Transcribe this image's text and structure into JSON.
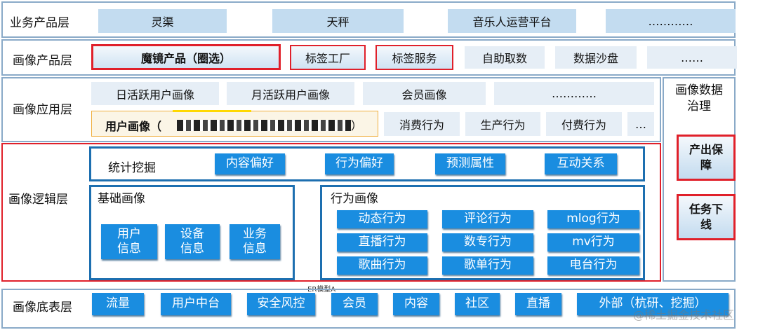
{
  "layers": {
    "business": {
      "label": "业务产品层",
      "items": [
        "灵渠",
        "天秤",
        "音乐人运营平台",
        "…………"
      ]
    },
    "product": {
      "label": "画像产品层",
      "items": [
        "魔镜产品（圈选）",
        "标签工厂",
        "标签服务",
        "自助取数",
        "数据沙盘",
        "……"
      ]
    },
    "application": {
      "label": "画像应用层",
      "row1": [
        "日活跃用户画像",
        "月活跃用户画像",
        "会员画像",
        "…………"
      ],
      "user_profile": "用户画像（",
      "user_profile_close": "）",
      "row2": [
        "消费行为",
        "生产行为",
        "付费行为",
        "…"
      ]
    },
    "logic": {
      "label": "画像逻辑层",
      "stats": {
        "title": "统计挖掘",
        "items": [
          "内容偏好",
          "行为偏好",
          "预测属性",
          "互动关系"
        ]
      },
      "basic": {
        "title": "基础画像",
        "items": [
          [
            "用户",
            "信息"
          ],
          [
            "设备",
            "信息"
          ],
          [
            "业务",
            "信息"
          ]
        ]
      },
      "behavior": {
        "title": "行为画像",
        "items": [
          "动态行为",
          "评论行为",
          "mlog行为",
          "直播行为",
          "数专行为",
          "mv行为",
          "歌曲行为",
          "歌单行为",
          "电台行为"
        ]
      }
    },
    "base": {
      "label": "画像底表层",
      "note": "ER模型A",
      "items": [
        "流量",
        "用户中台",
        "安全风控",
        "会员",
        "内容",
        "社区",
        "直播",
        "外部（杭研、挖掘）"
      ]
    }
  },
  "governance": {
    "title_line1": "画像数据",
    "title_line2": "治理",
    "btn1_line1": "产出保",
    "btn1_line2": "障",
    "btn2_line1": "任务下",
    "btn2_line2": "线"
  },
  "watermark": "@稀土掘金技术社区",
  "colors": {
    "light_blue": "#c3dcf0",
    "dark_blue": "#1a8de0",
    "red": "#e0202a",
    "frame": "#1d6fb0"
  }
}
